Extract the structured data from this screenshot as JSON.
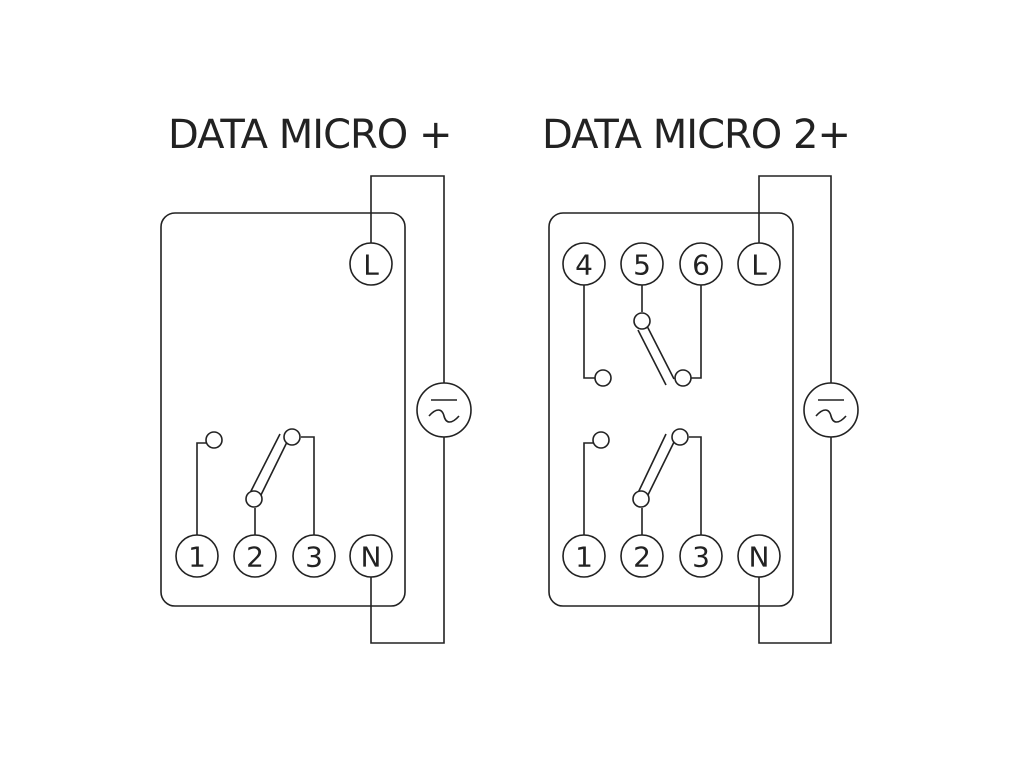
{
  "diagrams": [
    {
      "title": "DATA MICRO +",
      "terminals": [
        "L",
        "1",
        "2",
        "3",
        "N"
      ]
    },
    {
      "title": "DATA MICRO 2+",
      "terminals": [
        "4",
        "5",
        "6",
        "L",
        "1",
        "2",
        "3",
        "N"
      ]
    }
  ],
  "colors": {
    "line": "#222222",
    "background": "#ffffff"
  },
  "icons": [
    "ac-supply-icon"
  ]
}
